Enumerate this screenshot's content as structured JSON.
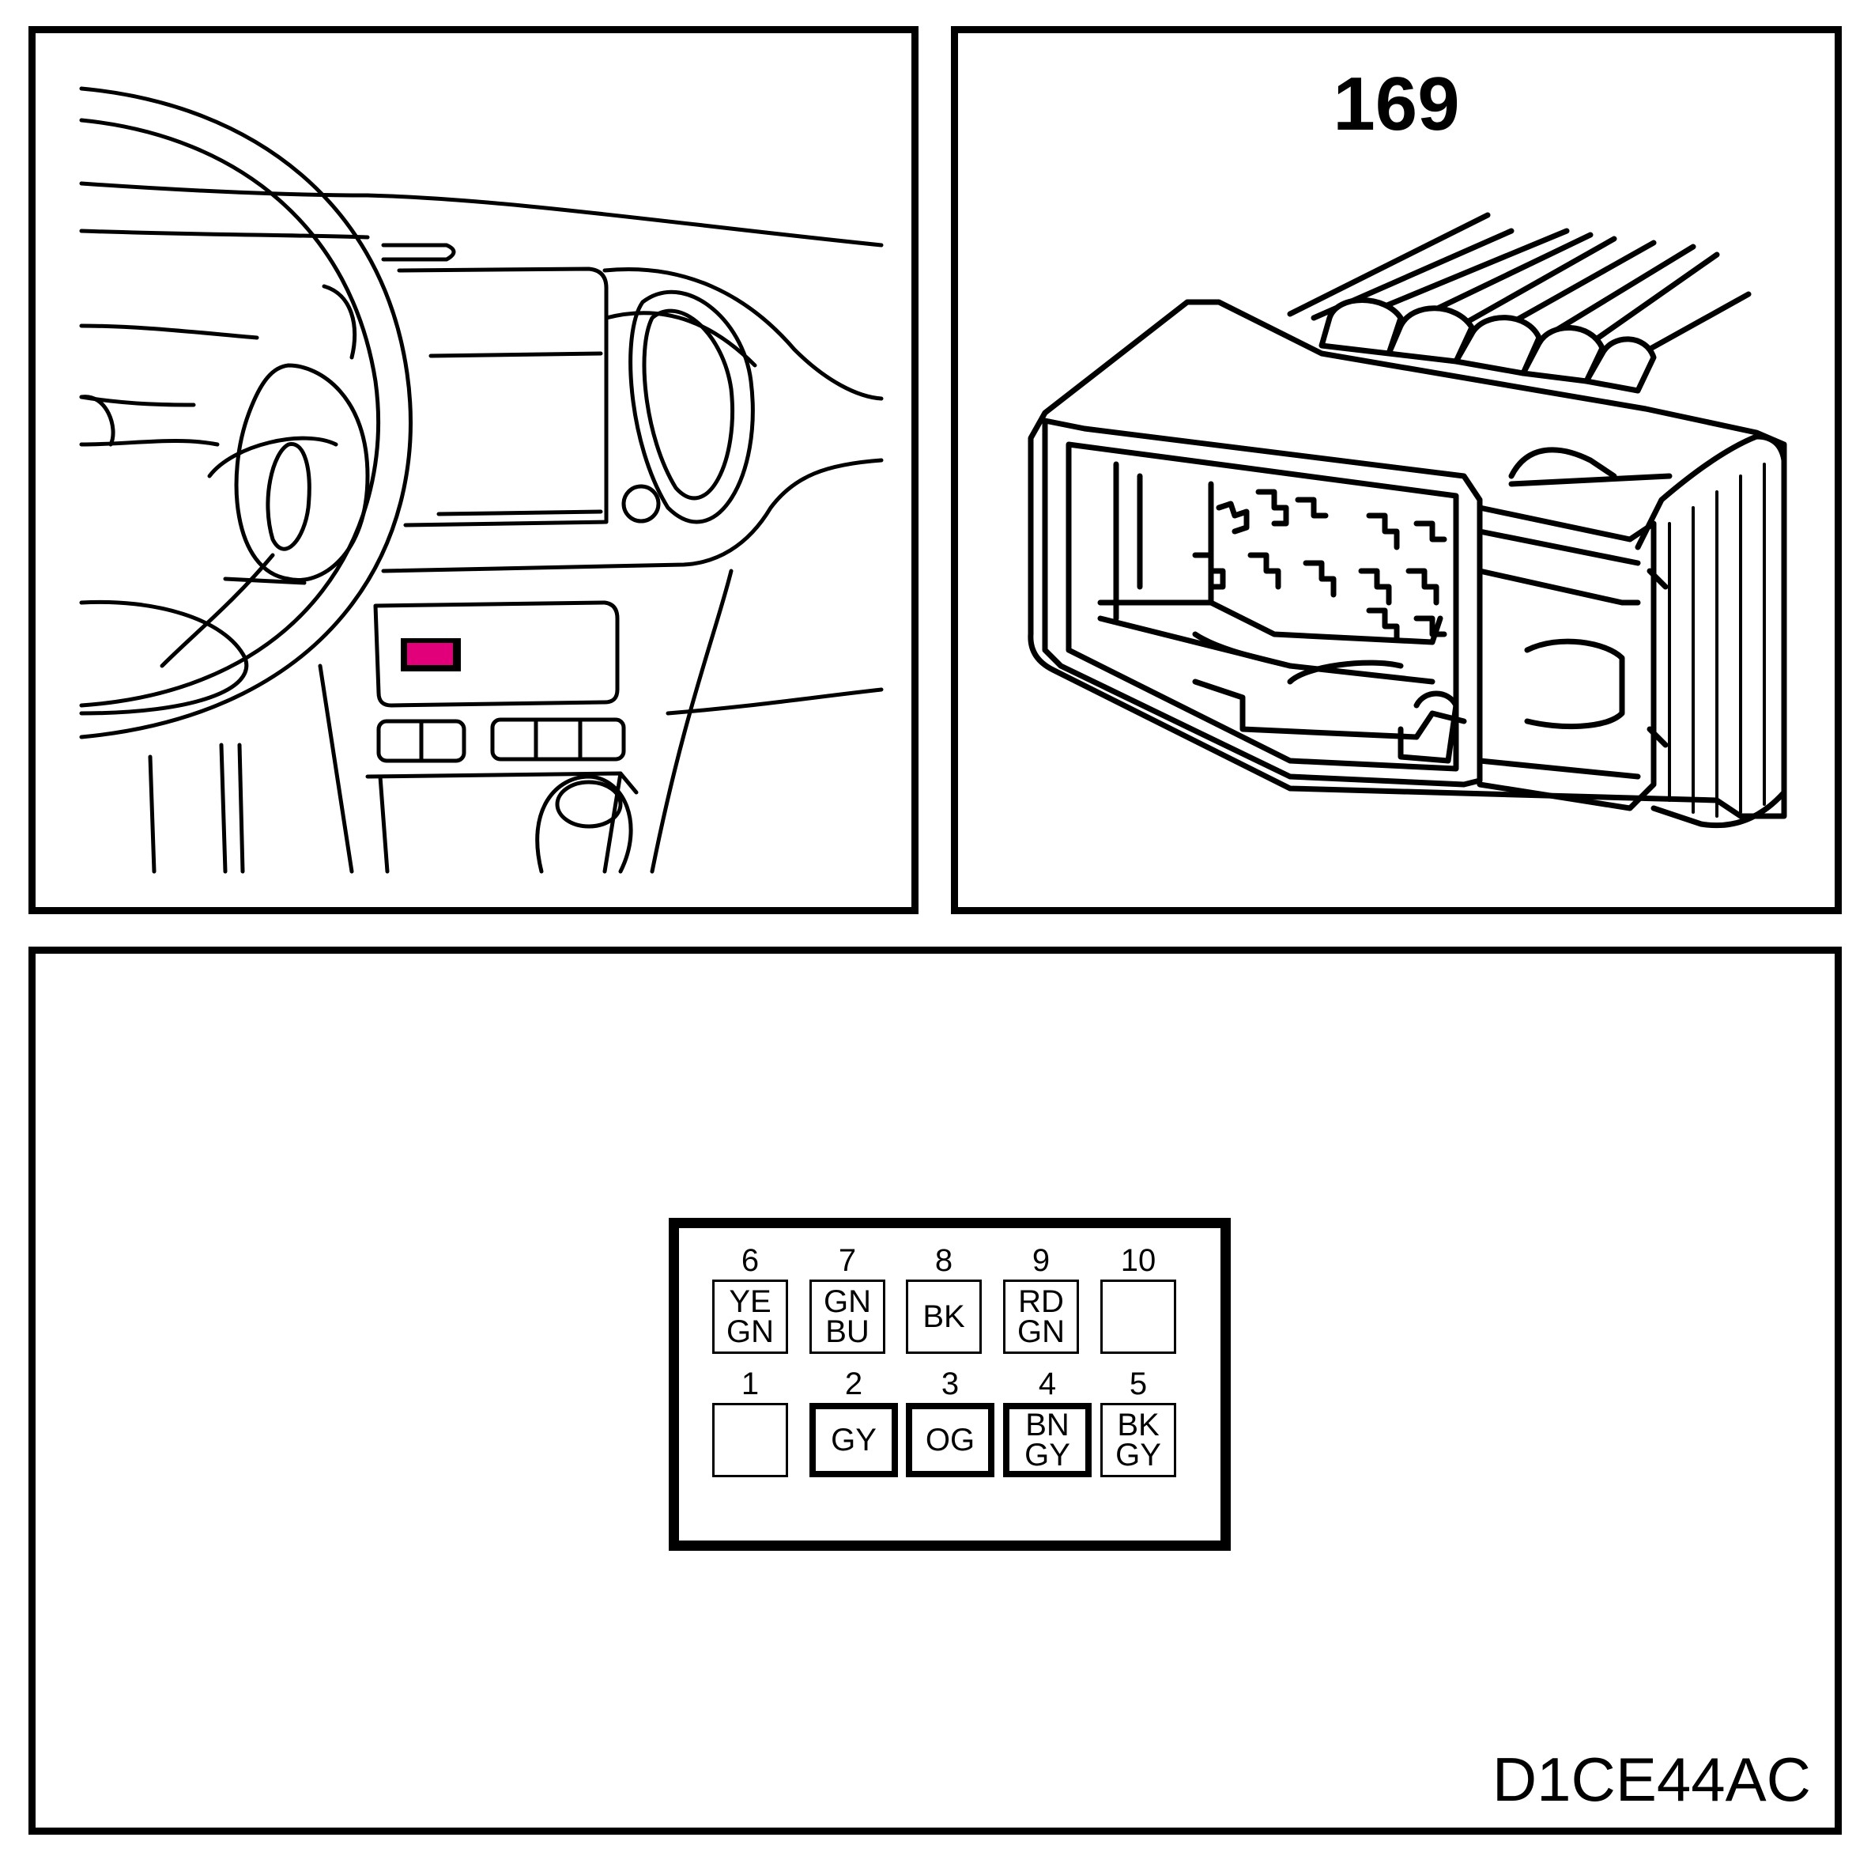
{
  "connector_number": "169",
  "figure_code": "D1CE44AC",
  "colors": {
    "location_marker": "#e2007a",
    "line": "#000000"
  },
  "pins_top": [
    {
      "num": "6",
      "color_1": "YE",
      "color_2": "GN"
    },
    {
      "num": "7",
      "color_1": "GN",
      "color_2": "BU"
    },
    {
      "num": "8",
      "color_1": "BK",
      "color_2": ""
    },
    {
      "num": "9",
      "color_1": "RD",
      "color_2": "GN"
    },
    {
      "num": "10",
      "color_1": "",
      "color_2": ""
    }
  ],
  "pins_bottom": [
    {
      "num": "1",
      "color_1": "",
      "color_2": ""
    },
    {
      "num": "2",
      "color_1": "GY",
      "color_2": ""
    },
    {
      "num": "3",
      "color_1": "OG",
      "color_2": ""
    },
    {
      "num": "4",
      "color_1": "BN",
      "color_2": "GY"
    },
    {
      "num": "5",
      "color_1": "BK",
      "color_2": "GY"
    }
  ]
}
